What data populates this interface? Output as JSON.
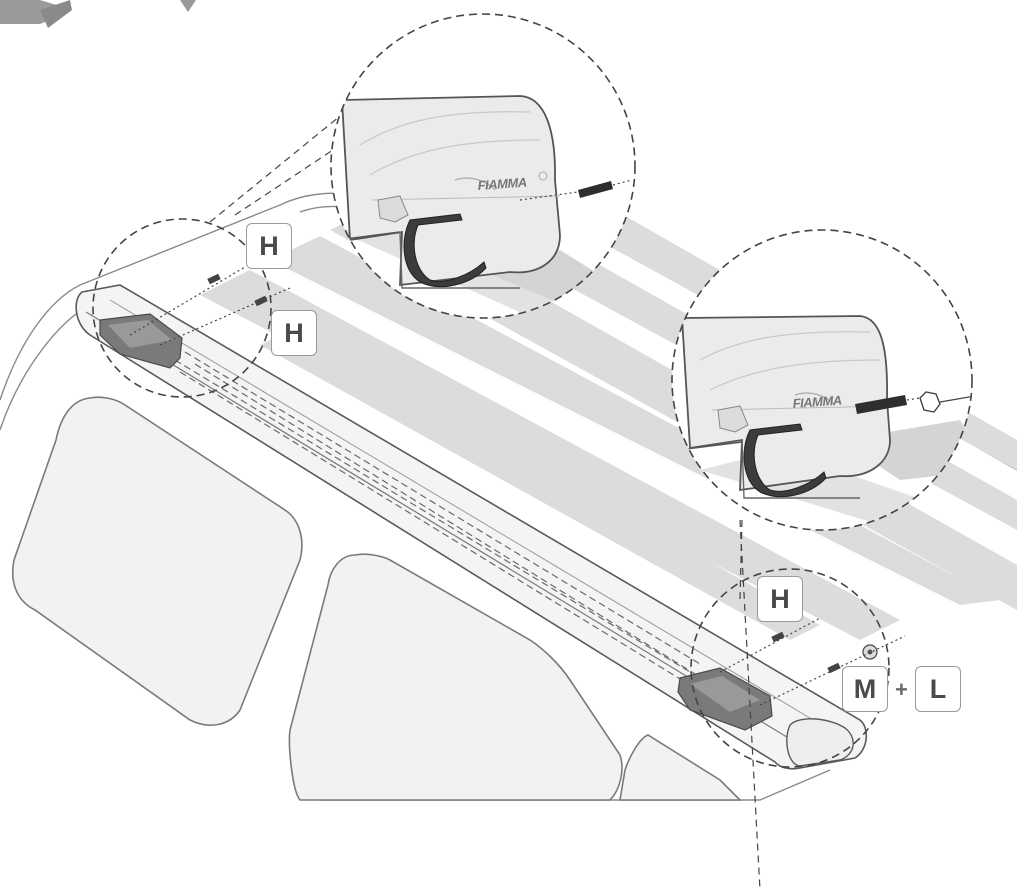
{
  "labels": {
    "h_top": "H",
    "h_left": "H",
    "h_right": "H",
    "m": "M",
    "l": "L",
    "plus": "+"
  },
  "brand": {
    "top_detail": "FIAMMA",
    "right_detail": "FIAMMA"
  },
  "colors": {
    "stroke": "#555555",
    "light_stroke": "#8a8a8a",
    "stripe": "#dcdcdc",
    "panel": "#f2f2f2",
    "rubber": "#3c3c3c"
  }
}
